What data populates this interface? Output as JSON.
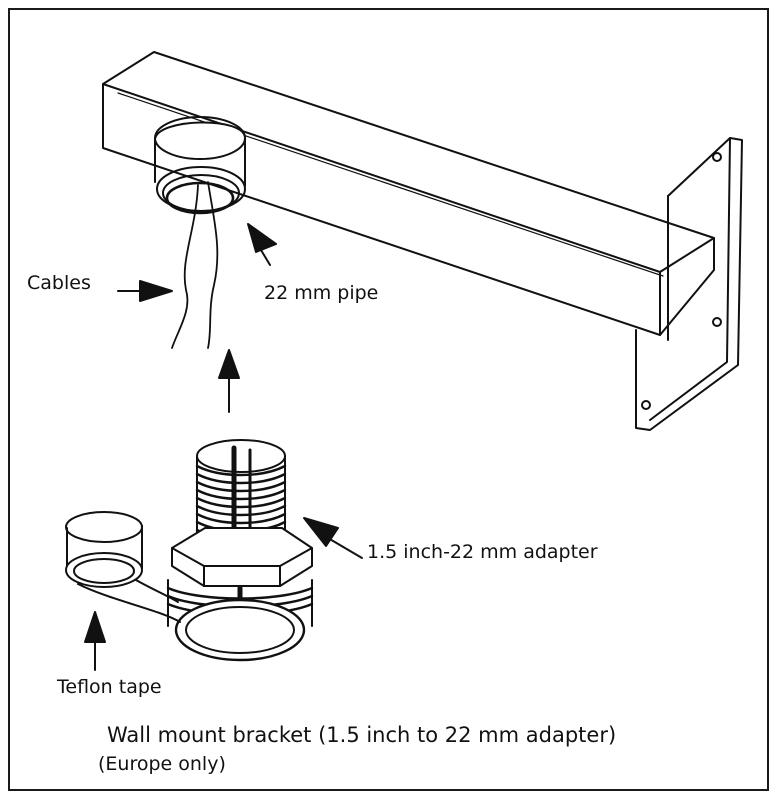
{
  "labels": {
    "cables": "Cables",
    "pipe": "22 mm pipe",
    "adapter": "1.5 inch-22 mm adapter",
    "teflon": "Teflon tape"
  },
  "caption": {
    "line1": "Wall mount bracket (1.5 inch to 22 mm adapter)",
    "line2": "(Europe only)"
  },
  "colors": {
    "ink": "#111111",
    "background": "#ffffff"
  }
}
